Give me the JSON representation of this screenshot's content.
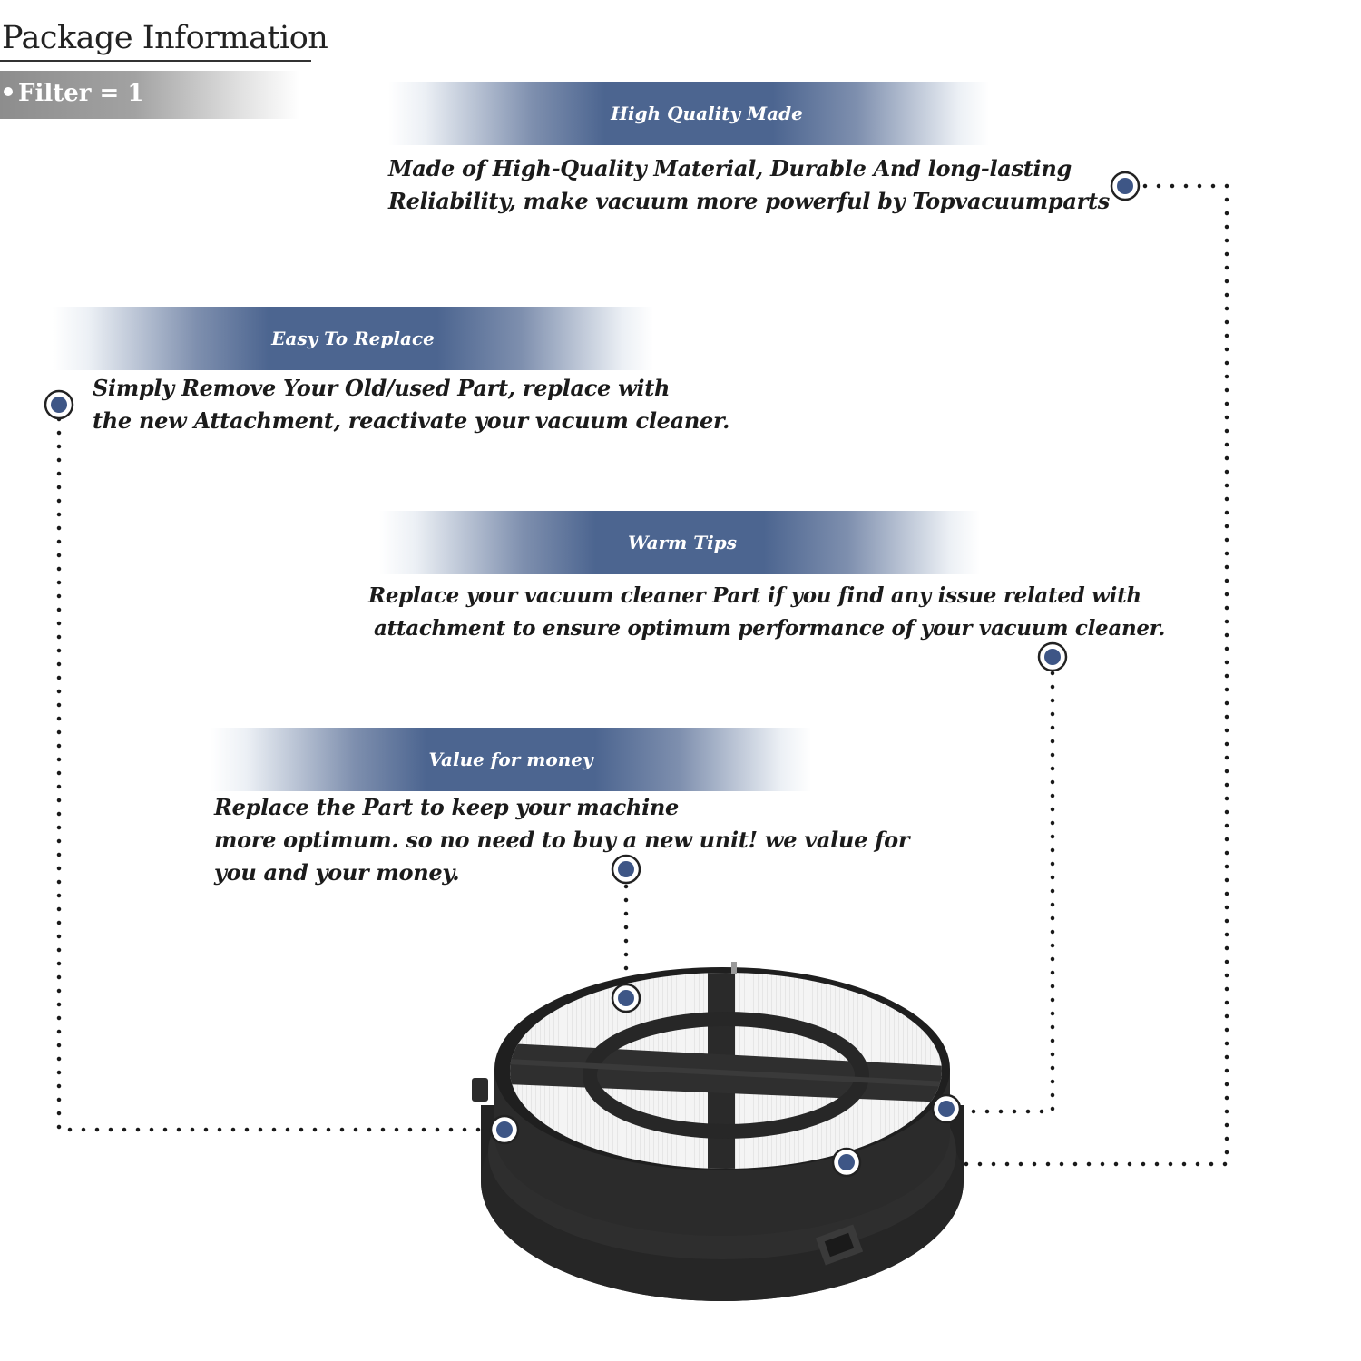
{
  "package": {
    "title": "Package Information",
    "item": "Filter = 1"
  },
  "features": [
    {
      "title": "High Quality Made",
      "lines": [
        "Made of  High-Quality Material, Durable And long-lasting",
        "Reliability, make vacuum more powerful by Topvacuumparts"
      ]
    },
    {
      "title": "Easy To Replace",
      "lines": [
        "Simply Remove Your Old/used Part, replace with",
        "the new Attachment, reactivate your vacuum cleaner."
      ]
    },
    {
      "title": "Warm Tips",
      "lines": [
        "Replace your vacuum cleaner Part if you find any issue related with",
        "attachment to ensure optimum performance of your vacuum cleaner."
      ]
    },
    {
      "title": "Value for money",
      "lines": [
        "Replace the Part to keep your machine",
        "more optimum. so no need to buy a new unit! we value for",
        "you and your money."
      ]
    }
  ],
  "colors": {
    "accent": "#4c6590",
    "marker_fill": "#3e5686",
    "connector": "#1a1a1a",
    "filter_frame": "#2a2a2a",
    "filter_media": "#f2f2f2"
  }
}
